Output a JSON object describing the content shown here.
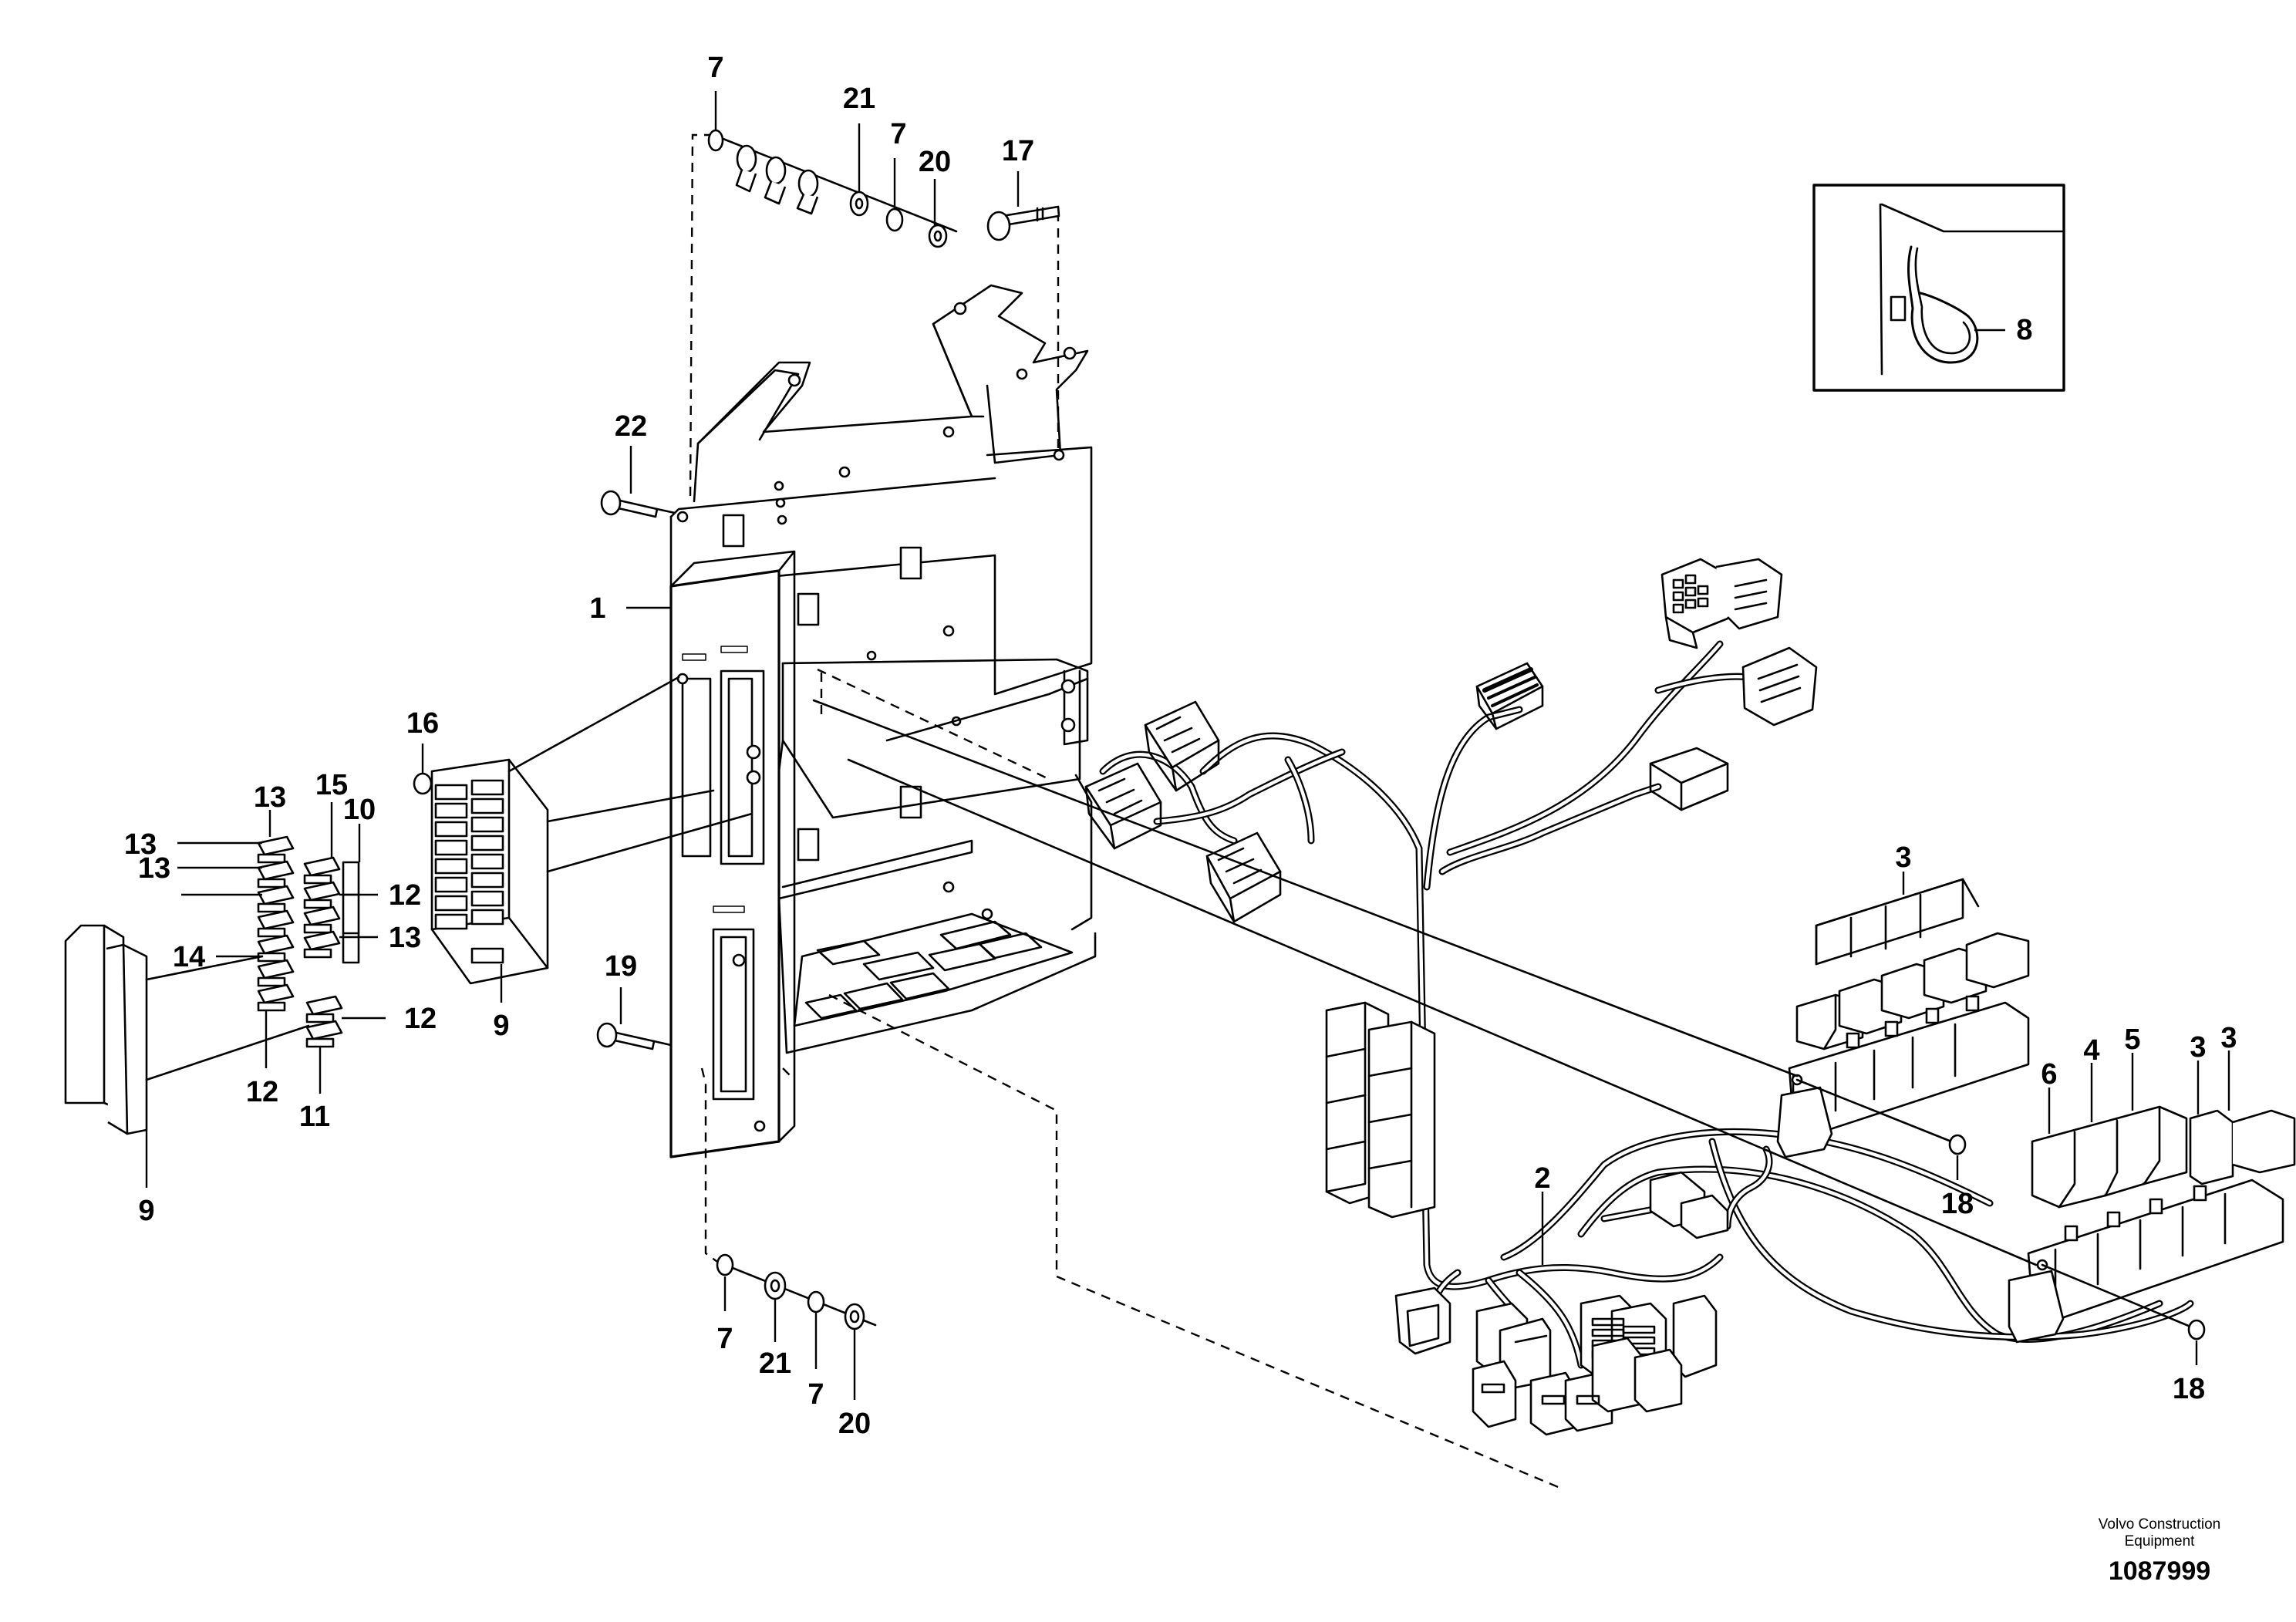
{
  "diagram": {
    "brand_line1": "Volvo Construction",
    "brand_line2": "Equipment",
    "document_number": "1087999",
    "callouts": [
      {
        "id": "c1",
        "label": "1"
      },
      {
        "id": "c2",
        "label": "2"
      },
      {
        "id": "c3a",
        "label": "3"
      },
      {
        "id": "c3b",
        "label": "3"
      },
      {
        "id": "c3c",
        "label": "3"
      },
      {
        "id": "c4",
        "label": "4"
      },
      {
        "id": "c5",
        "label": "5"
      },
      {
        "id": "c6",
        "label": "6"
      },
      {
        "id": "c7a",
        "label": "7"
      },
      {
        "id": "c7b",
        "label": "7"
      },
      {
        "id": "c7c",
        "label": "7"
      },
      {
        "id": "c7d",
        "label": "7"
      },
      {
        "id": "c8",
        "label": "8"
      },
      {
        "id": "c9a",
        "label": "9"
      },
      {
        "id": "c9b",
        "label": "9"
      },
      {
        "id": "c10",
        "label": "10"
      },
      {
        "id": "c11",
        "label": "11"
      },
      {
        "id": "c12a",
        "label": "12"
      },
      {
        "id": "c12b",
        "label": "12"
      },
      {
        "id": "c12c",
        "label": "12"
      },
      {
        "id": "c13a",
        "label": "13"
      },
      {
        "id": "c13b",
        "label": "13"
      },
      {
        "id": "c13c",
        "label": "13"
      },
      {
        "id": "c13d",
        "label": "13"
      },
      {
        "id": "c14",
        "label": "14"
      },
      {
        "id": "c15",
        "label": "15"
      },
      {
        "id": "c16",
        "label": "16"
      },
      {
        "id": "c17",
        "label": "17"
      },
      {
        "id": "c18a",
        "label": "18"
      },
      {
        "id": "c18b",
        "label": "18"
      },
      {
        "id": "c19",
        "label": "19"
      },
      {
        "id": "c20a",
        "label": "20"
      },
      {
        "id": "c20b",
        "label": "20"
      },
      {
        "id": "c21a",
        "label": "21"
      },
      {
        "id": "c21b",
        "label": "21"
      },
      {
        "id": "c22",
        "label": "22"
      }
    ]
  }
}
